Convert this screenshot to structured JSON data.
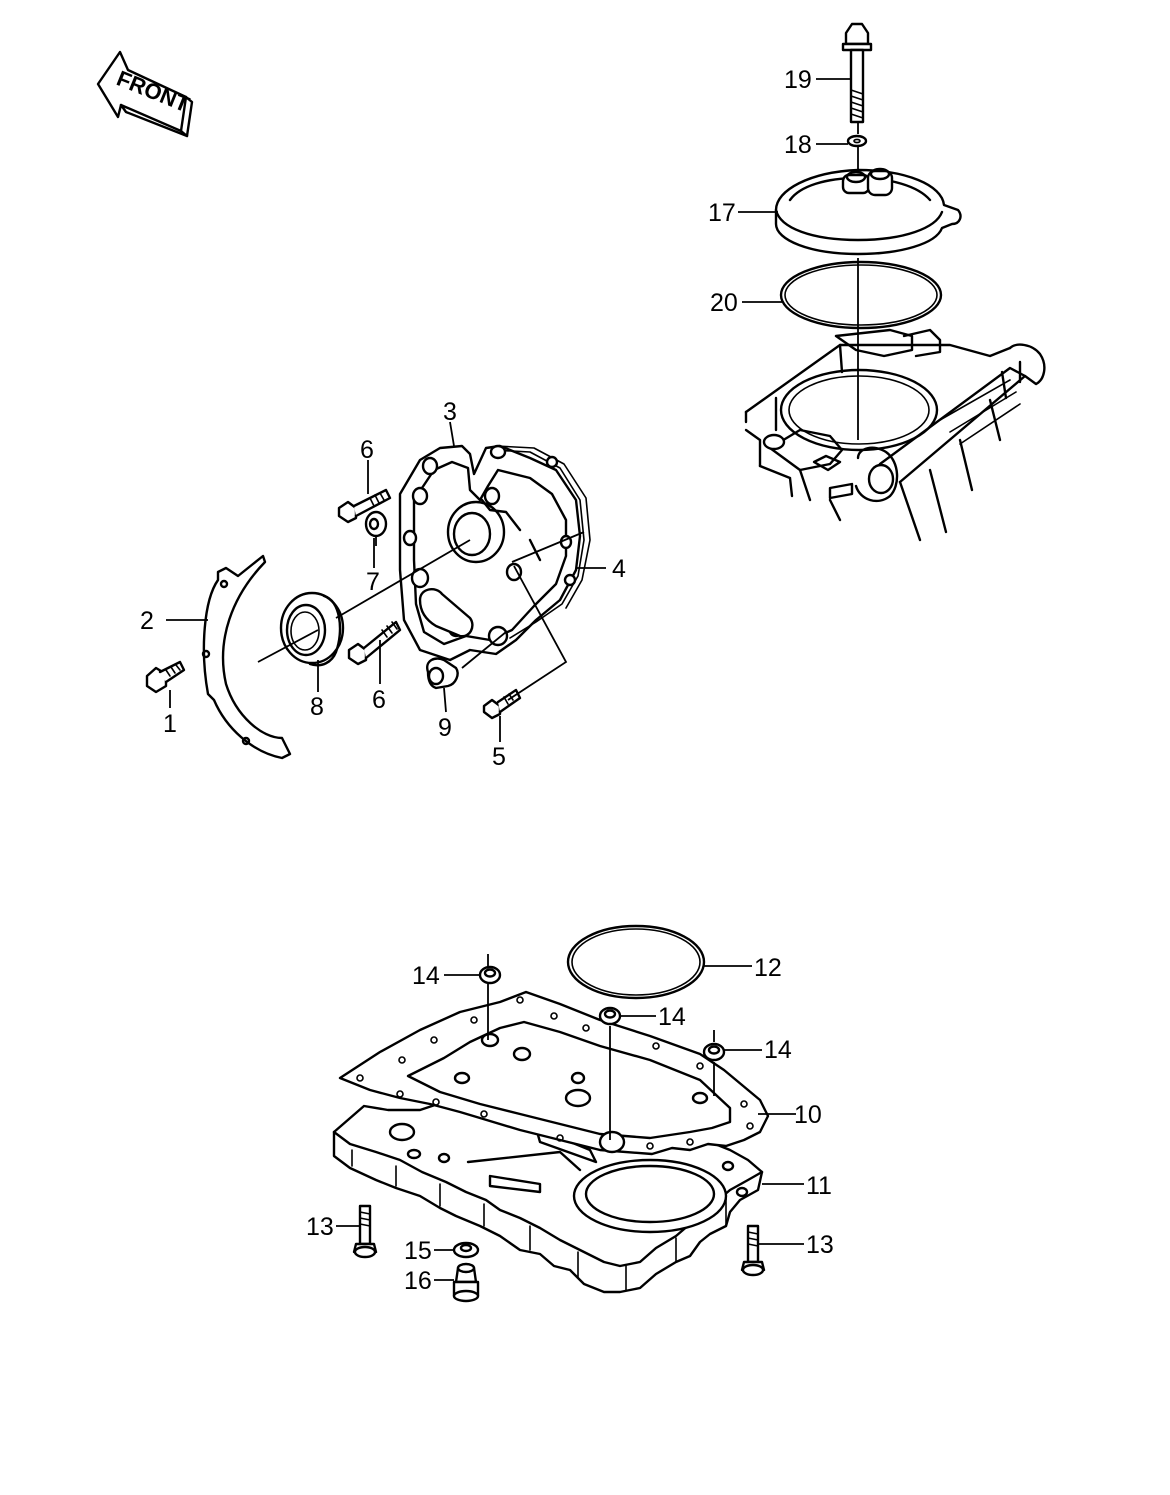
{
  "front_label": "FRONT",
  "callouts": [
    {
      "id": "1",
      "text": "1"
    },
    {
      "id": "2",
      "text": "2"
    },
    {
      "id": "3",
      "text": "3"
    },
    {
      "id": "4",
      "text": "4"
    },
    {
      "id": "5",
      "text": "5"
    },
    {
      "id": "6a",
      "text": "6"
    },
    {
      "id": "6b",
      "text": "6"
    },
    {
      "id": "7",
      "text": "7"
    },
    {
      "id": "8",
      "text": "8"
    },
    {
      "id": "9",
      "text": "9"
    },
    {
      "id": "10",
      "text": "10"
    },
    {
      "id": "11",
      "text": "11"
    },
    {
      "id": "12",
      "text": "12"
    },
    {
      "id": "13a",
      "text": "13"
    },
    {
      "id": "13b",
      "text": "13"
    },
    {
      "id": "14a",
      "text": "14"
    },
    {
      "id": "14b",
      "text": "14"
    },
    {
      "id": "14c",
      "text": "14"
    },
    {
      "id": "15",
      "text": "15"
    },
    {
      "id": "16",
      "text": "16"
    },
    {
      "id": "17",
      "text": "17"
    },
    {
      "id": "18",
      "text": "18"
    },
    {
      "id": "19",
      "text": "19"
    },
    {
      "id": "20",
      "text": "20"
    }
  ]
}
